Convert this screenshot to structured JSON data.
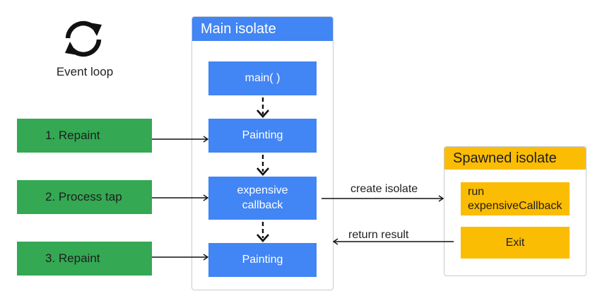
{
  "event_loop": {
    "icon": "sync-arrows-icon",
    "label": "Event loop"
  },
  "main_isolate": {
    "title": "Main isolate",
    "steps": [
      "main( )",
      "Painting",
      "expensive\ncallback",
      "Painting"
    ]
  },
  "events": [
    "1. Repaint",
    "2. Process tap",
    "3. Repaint"
  ],
  "spawned_isolate": {
    "title": "Spawned isolate",
    "run_line1": "run",
    "run_line2": "expensiveCallback",
    "exit": "Exit"
  },
  "arrows": {
    "create": "create isolate",
    "return": "return result"
  },
  "colors": {
    "blue": "#4285f4",
    "green": "#34a853",
    "yellow": "#fbbc04",
    "border": "#c6cbd2"
  }
}
